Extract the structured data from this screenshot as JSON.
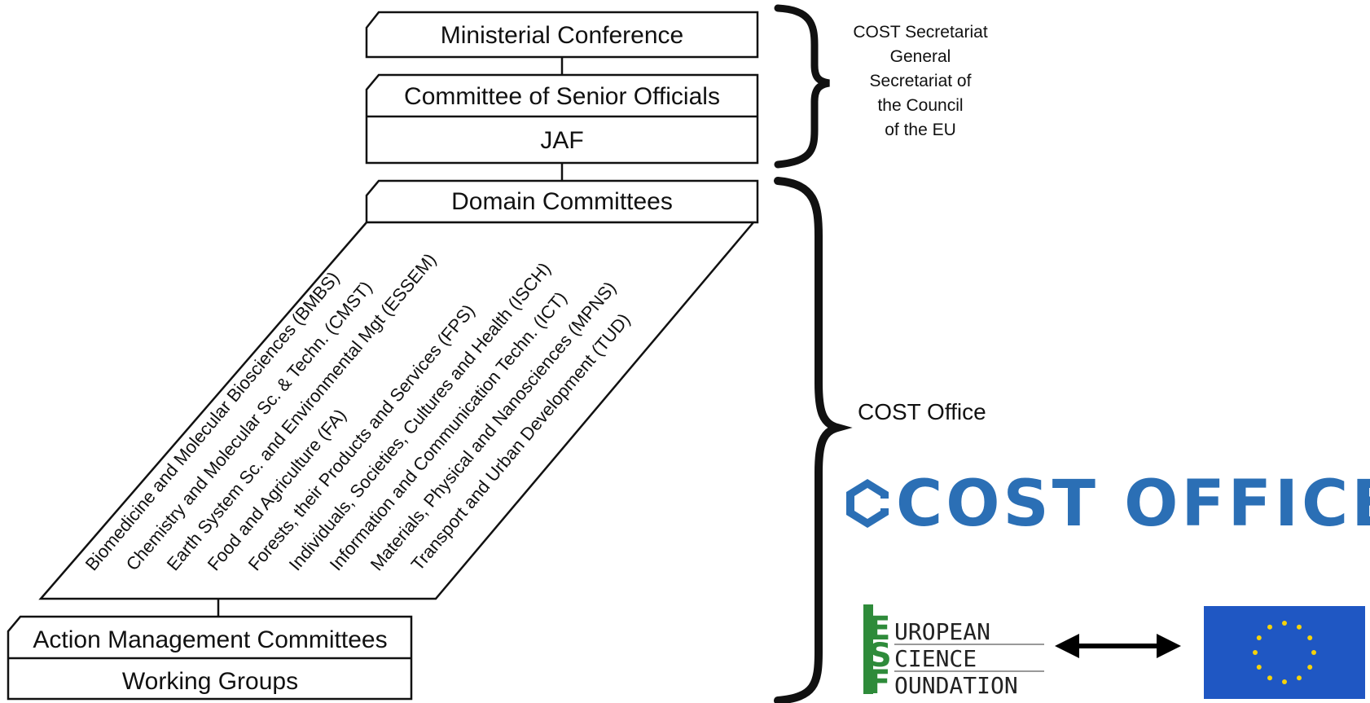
{
  "diagram": {
    "top_boxes": {
      "ministerial": "Ministerial Conference",
      "senior_officials": "Committee of Senior Officials",
      "jaf": "JAF",
      "domain_committees": "Domain Committees",
      "action_mc": "Action Management Committees",
      "working_groups": "Working Groups"
    },
    "domains": [
      "Biomedicine and Molecular Biosciences (BMBS)",
      "Chemistry and Molecular Sc. & Techn. (CMST)",
      "Earth System Sc. and Environmental Mgt (ESSEM)",
      "Food and Agriculture (FA)",
      "Forests, their Products and Services (FPS)",
      "Individuals, Societies, Cultures and Health (ISCH)",
      "Information and Communication Techn. (ICT)",
      "Materials, Physical and Nanosciences (MPNS)",
      "Transport and Urban Development (TUD)"
    ],
    "secretariat_lines": [
      "COST Secretariat",
      "General",
      "Secretariat of",
      "the Council",
      "of the EU"
    ],
    "cost_office_label": "COST Office",
    "cost_logo_text": "COST OFFICE",
    "esf_lines": [
      {
        "big": "E",
        "rest": "UROPEAN"
      },
      {
        "big": "S",
        "rest": "CIENCE"
      },
      {
        "big": "F",
        "rest": "OUNDATION"
      }
    ],
    "colors": {
      "cost_blue": "#2b6fb5",
      "eu_blue": "#1f57c3",
      "eu_star": "#f5d20a",
      "esf_green": "#2e8b3a"
    },
    "icons": [
      "double-arrow-icon",
      "eu-flag-icon",
      "cost-logo-icon"
    ]
  }
}
